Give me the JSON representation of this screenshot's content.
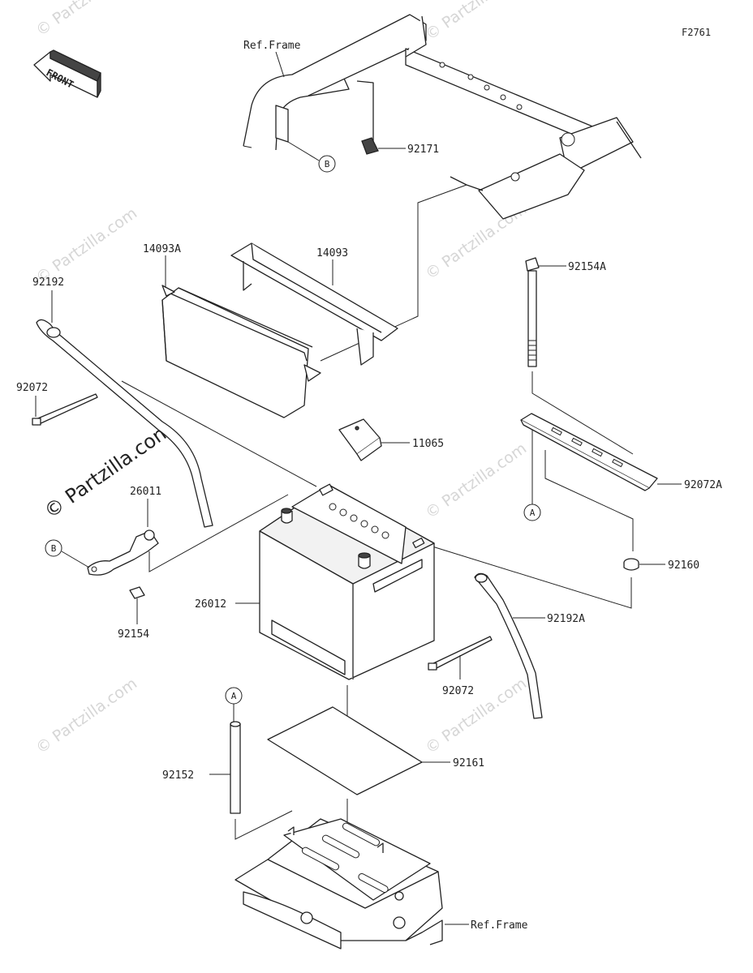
{
  "figure_code": "F2761",
  "front_label": "FRONT",
  "watermark_text": "© Partzilla.com",
  "callouts": {
    "ref_frame_top": "Ref.Frame",
    "ref_frame_bottom": "Ref.Frame",
    "p92171": "92171",
    "p14093A": "14093A",
    "p14093": "14093",
    "p92154A": "92154A",
    "p92192": "92192",
    "p92072_left": "92072",
    "p11065": "11065",
    "p92072A": "92072A",
    "p26011": "26011",
    "p92160": "92160",
    "p26012": "26012",
    "p92192A": "92192A",
    "p92154": "92154",
    "p92072_bottom": "92072",
    "p92161": "92161",
    "p92152": "92152"
  },
  "references": {
    "b_top": "B",
    "b_left": "B",
    "a_right": "A",
    "a_bottom": "A"
  },
  "colors": {
    "line": "#222222",
    "watermark": "#d6d6d6"
  }
}
